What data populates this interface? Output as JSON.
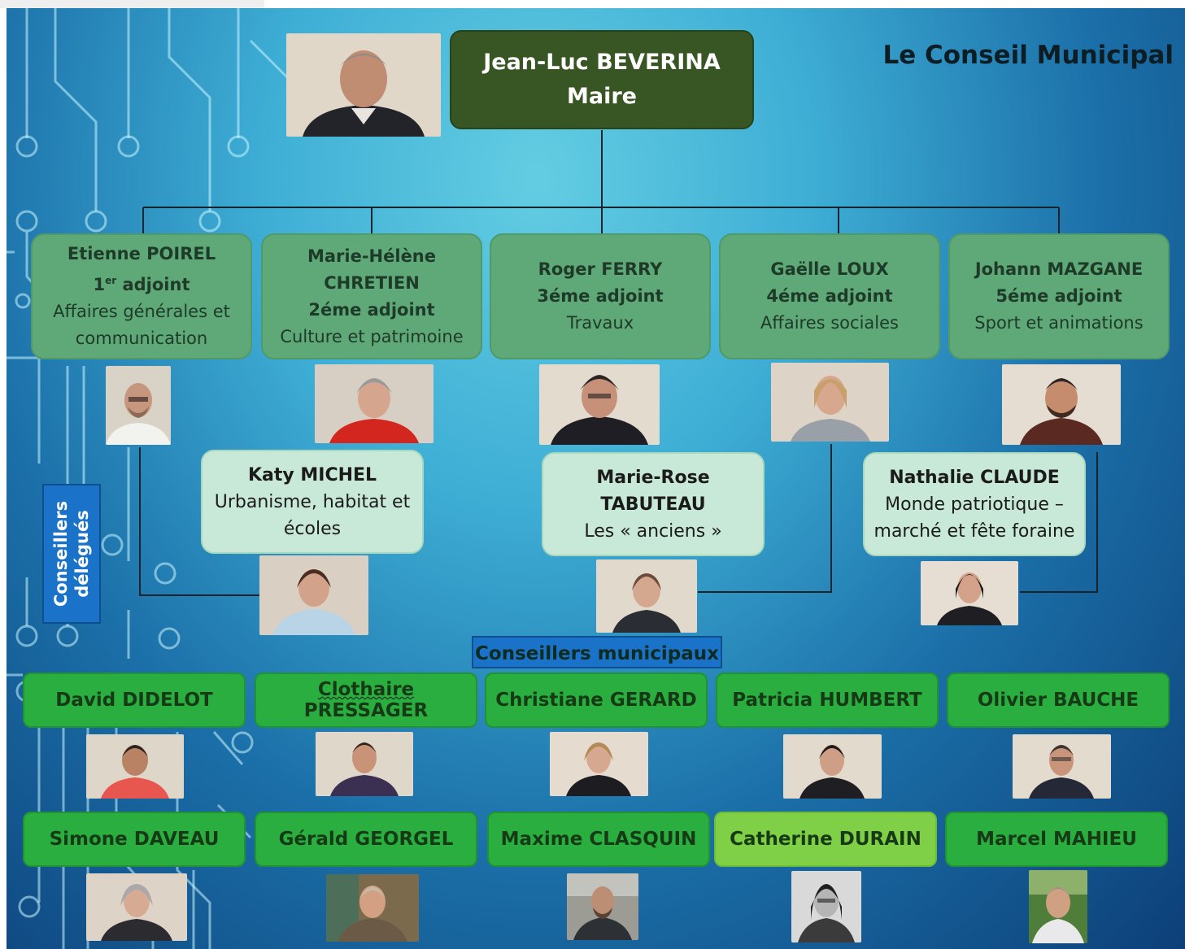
{
  "title": "Le Conseil Municipal",
  "mayor": {
    "name": "Jean-Luc BEVERINA",
    "role": "Maire"
  },
  "adjoints": [
    {
      "name": "Etienne POIREL",
      "rank_num": "1",
      "rank_sup": "er",
      "rank_rest": " adjoint",
      "role": "Affaires générales et communication"
    },
    {
      "name": "Marie-Hélène CHRETIEN",
      "rank": "2éme adjoint",
      "role": "Culture et patrimoine"
    },
    {
      "name": "Roger FERRY",
      "rank": "3éme adjoint",
      "role": "Travaux"
    },
    {
      "name": "Gaëlle LOUX",
      "rank": "4éme adjoint",
      "role": "Affaires sociales"
    },
    {
      "name": "Johann MAZGANE",
      "rank": "5éme adjoint",
      "role": "Sport et animations"
    }
  ],
  "delegues_label": "Conseillers délégués",
  "delegues": [
    {
      "name": "Katy MICHEL",
      "role": "Urbanisme, habitat et écoles"
    },
    {
      "name": "Marie-Rose TABUTEAU",
      "role": "Les « anciens »"
    },
    {
      "name": "Nathalie CLAUDE",
      "role": "Monde patriotique – marché et fête foraine"
    }
  ],
  "municipaux_label": "Conseillers municipaux",
  "municipaux": [
    {
      "first": "David",
      "last": "DIDELOT"
    },
    {
      "first": "Clothaire",
      "last": "PRESSAGER"
    },
    {
      "first": "Christiane",
      "last": "GERARD"
    },
    {
      "first": "Patricia",
      "last": "HUMBERT"
    },
    {
      "first": "Olivier",
      "last": "BAUCHE"
    },
    {
      "first": "Simone",
      "last": "DAVEAU"
    },
    {
      "first": "Gérald",
      "last": "GEORGEL"
    },
    {
      "first": "Maxime",
      "last": "CLASQUIN"
    },
    {
      "first": "Catherine",
      "last": "DURAIN"
    },
    {
      "first": "Marcel",
      "last": "MAHIEU"
    }
  ],
  "colors": {
    "mayor_box": "#375623",
    "adjoint_box": "#5fa877",
    "delegue_box": "#c8e8d8",
    "municipal_box": "#2aae3f",
    "municipal_box_light": "#7fd046",
    "label_blue": "#1a73c8"
  }
}
